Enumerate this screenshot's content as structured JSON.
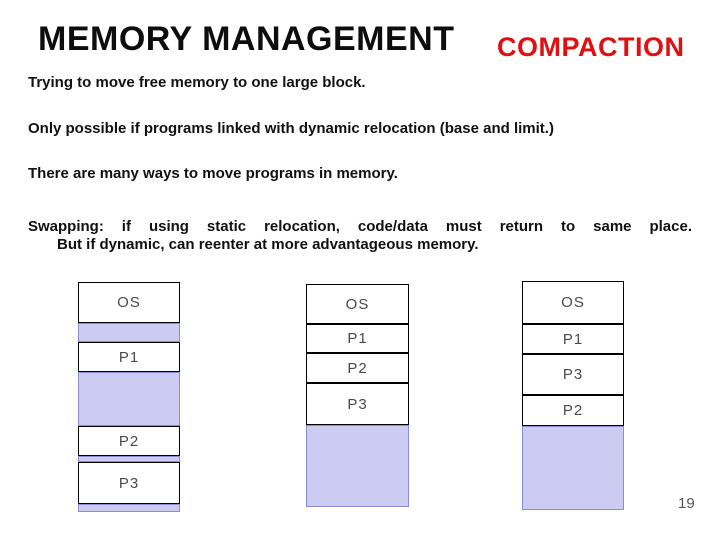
{
  "title": {
    "main": "MEMORY MANAGEMENT",
    "accent": "COMPACTION"
  },
  "body": {
    "line1": "Trying to move free memory to one large block.",
    "line2": "Only possible if programs linked with dynamic relocation (base and limit.)",
    "line3": "There are many ways to move programs in memory.",
    "swapping_line1": "Swapping: if using static relocation, code/data must return to same place.",
    "swapping_line2": "But if dynamic, can reenter at more advantageous memory."
  },
  "diagram": {
    "block_labels": [
      "OS",
      "P1",
      "P2",
      "P3"
    ],
    "columns": [
      {
        "name": "memory-fragmented",
        "segments": [
          {
            "label": "OS",
            "type": "used",
            "h": 41
          },
          {
            "label": "",
            "type": "free",
            "h": 19
          },
          {
            "label": "P1",
            "type": "used",
            "h": 30
          },
          {
            "label": "",
            "type": "free",
            "h": 54
          },
          {
            "label": "P2",
            "type": "used",
            "h": 30
          },
          {
            "label": "",
            "type": "free",
            "h": 6
          },
          {
            "label": "P3",
            "type": "used",
            "h": 42
          },
          {
            "label": "",
            "type": "free",
            "h": 8
          }
        ]
      },
      {
        "name": "memory-compacted-ordered",
        "segments": [
          {
            "label": "OS",
            "type": "used",
            "h": 40
          },
          {
            "label": "P1",
            "type": "used",
            "h": 29
          },
          {
            "label": "P2",
            "type": "used",
            "h": 30
          },
          {
            "label": "P3",
            "type": "used",
            "h": 42
          },
          {
            "label": "",
            "type": "free",
            "h": 82
          }
        ]
      },
      {
        "name": "memory-compacted-reordered",
        "segments": [
          {
            "label": "OS",
            "type": "used",
            "h": 43
          },
          {
            "label": "P1",
            "type": "used",
            "h": 30
          },
          {
            "label": "P3",
            "type": "used",
            "h": 41
          },
          {
            "label": "P2",
            "type": "used",
            "h": 31
          },
          {
            "label": "",
            "type": "free",
            "h": 84
          }
        ]
      }
    ]
  },
  "page_number": "19",
  "colors": {
    "title": "#0d0d0d",
    "accent_red": "#dd1111",
    "body_text": "#111111",
    "free_block": "#ccccf2",
    "free_block_border": "#8c8cd6",
    "used_block_border": "#000000",
    "block_label": "#4a4a4a",
    "page_number": "#555555"
  }
}
